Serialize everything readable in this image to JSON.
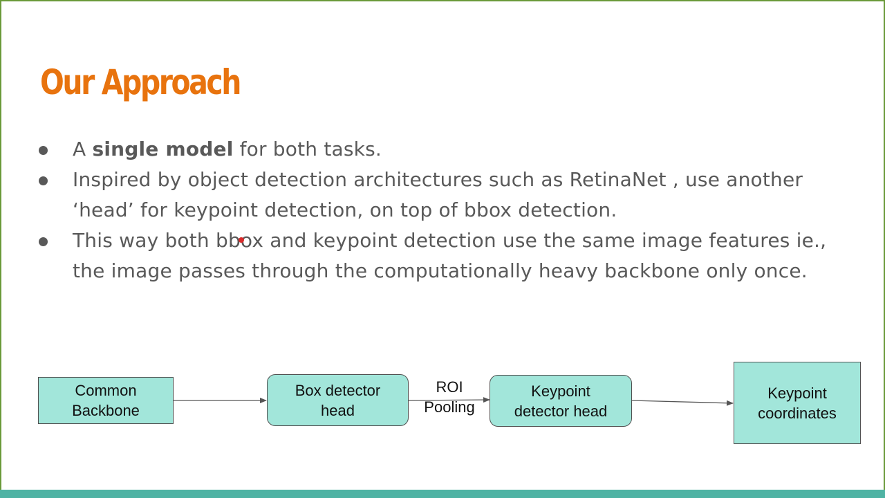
{
  "slide": {
    "title": "Our Approach",
    "bullets": [
      {
        "prefix": "A ",
        "bold": "single model",
        "suffix": " for both tasks."
      },
      {
        "text": "Inspired by object detection architectures such as RetinaNet , use another ‘head’ for keypoint detection, on top of bbox detection."
      },
      {
        "text": "This way both bbox and keypoint detection use the same image features ie., the image passes through the computationally heavy backbone only once."
      }
    ]
  },
  "diagram": {
    "nodes": {
      "backbone": "Common\nBackbone",
      "box_head": "Box detector\nhead",
      "keypoint_head": "Keypoint\ndetector head",
      "coordinates": "Keypoint\ncoordinates"
    },
    "edges": {
      "roi_pooling": "ROI\nPooling"
    }
  },
  "colors": {
    "title": "#e8730e",
    "body_text": "#595959",
    "node_fill": "#a2e6da",
    "bottom_bar": "#4fb3a4",
    "slide_border": "#6a9a3a"
  }
}
